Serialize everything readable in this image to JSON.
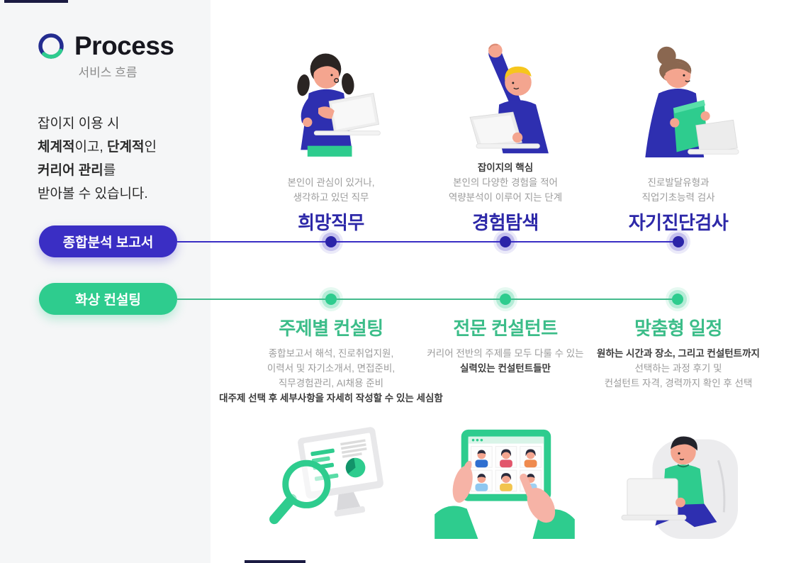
{
  "colors": {
    "indigo_pill": "#3a2ec4",
    "indigo_title": "#2d28a8",
    "green": "#2ecc8e",
    "green_title": "#3cbd89",
    "sidebar_bg": "#f5f6f7",
    "text_gray": "#9b9b9b",
    "text_dark": "#3c3c3c"
  },
  "header": {
    "title": "Process",
    "subtitle": "서비스 흐름"
  },
  "intro": {
    "l1": "잡이지 이용 시",
    "l2_b1": "체계적",
    "l2_t1": "이고, ",
    "l2_b2": "단계적",
    "l2_t2": "인",
    "l3_b1": "커리어 관리",
    "l3_t1": "를",
    "l4": "받아볼 수 있습니다."
  },
  "tracks": {
    "report": {
      "label": "종합분석 보고서"
    },
    "consulting": {
      "label": "화상 컨설팅"
    }
  },
  "report_steps": {
    "s1": {
      "d1": "본인이 관심이 있거나,",
      "d2": "생각하고 있던 직무",
      "title": "희망직무"
    },
    "s2": {
      "lead": "잡이지의 핵심",
      "d1": "본인의 다양한 경험을 적어",
      "d2": "역량분석이 이루어 지는 단계",
      "title": "경험탐색"
    },
    "s3": {
      "d1": "진로발달유형과",
      "d2": "직업기초능력 검사",
      "title": "자기진단검사"
    }
  },
  "consulting_steps": {
    "s1": {
      "title": "주제별 컨설팅",
      "d1": "종합보고서 해석, 진로취업지원,",
      "d2": "이력서 및 자기소개서, 면접준비,",
      "d3": "직무경험관리, AI채용 준비",
      "bold": "대주제 선택 후 세부사항을 자세히 작성할 수 있는 세심함"
    },
    "s2": {
      "title": "전문 컨설턴트",
      "d1": "커리어 전반의 주제를 모두 다룰 수 있는",
      "bold": "실력있는 컨설턴트들만"
    },
    "s3": {
      "title": "맞춤형 일정",
      "bold": "원하는 시간과 장소, 그리고 컨설턴트까지",
      "d1": "선택하는 과정 후기 및",
      "d2": "컨설턴트 자격, 경력까지 확인 후 선택"
    }
  },
  "illustrations": {
    "top1": "woman-with-laptop",
    "top2": "man-cheering-with-laptop",
    "top3": "woman-reading-report",
    "bottom1": "analysis-monitor-with-magnifier",
    "bottom2": "video-call-tablet-in-hands",
    "bottom3": "man-in-armchair-with-laptop"
  }
}
